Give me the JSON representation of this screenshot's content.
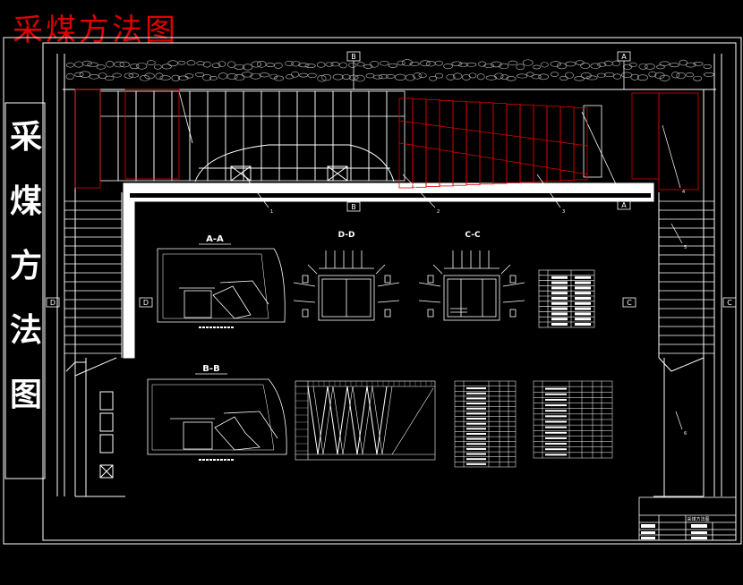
{
  "drawing": {
    "overlay_title": "采煤方法图",
    "side_title": [
      "采",
      "煤",
      "方",
      "法",
      "图"
    ],
    "section_labels": {
      "aa": "A-A",
      "bb": "B-B",
      "cc": "C-C",
      "dd": "D-D",
      "A": "A",
      "B": "B",
      "C": "C",
      "D": "D"
    },
    "callouts": [
      "1",
      "2",
      "3",
      "4",
      "5",
      "6"
    ],
    "title_block": {
      "name": "采煤方法图"
    }
  },
  "colors": {
    "red": "#e00000",
    "line": "#ffffff",
    "bg": "#000000"
  }
}
